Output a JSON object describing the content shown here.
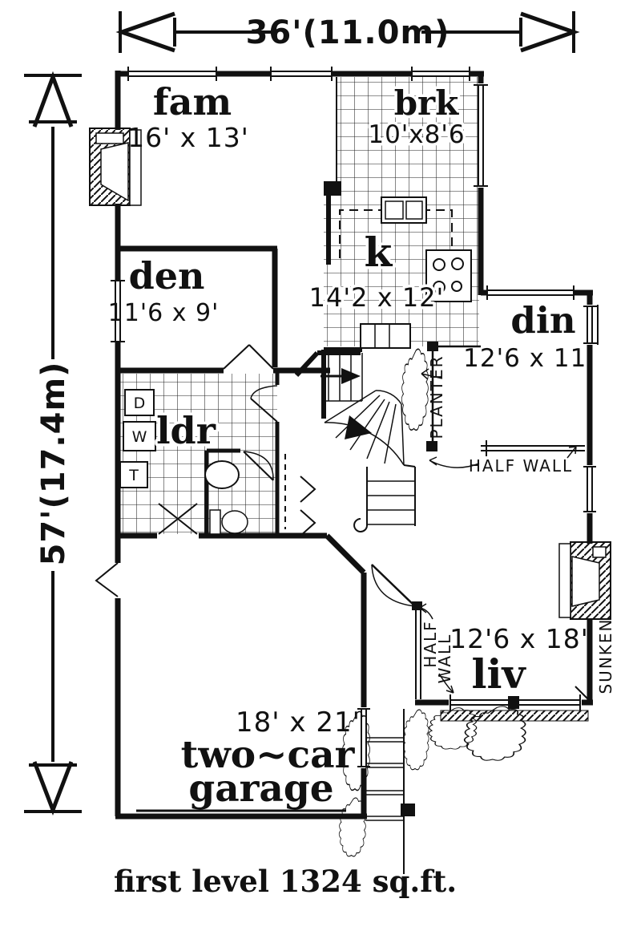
{
  "colors": {
    "ink": "#111111",
    "paper": "#ffffff"
  },
  "dimensions": {
    "width_label": "36'(11.0m)",
    "height_label": "57'(17.4m)"
  },
  "rooms": {
    "fam": {
      "name": "fam",
      "size": "16' x 13'"
    },
    "brk": {
      "name": "brk",
      "size": "10'x8'6"
    },
    "den": {
      "name": "den",
      "size": "11'6 x 9'"
    },
    "kitchen": {
      "name": "k",
      "size": "14'2 x 12'"
    },
    "din": {
      "name": "din",
      "size": "12'6 x 11'"
    },
    "laundry": {
      "name": "ldr"
    },
    "living": {
      "name": "liv",
      "size": "12'6 x 18'"
    },
    "garage": {
      "name_line1": "two~car",
      "name_line2": "garage",
      "size": "18' x 21'"
    }
  },
  "annotations": {
    "planter": "PLANTER",
    "half_wall": "HALF WALL",
    "half_wall_vertical_line1": "HALF",
    "half_wall_vertical_line2": "WALL",
    "sunken": "SUNKEN"
  },
  "appliances": {
    "dryer": "D",
    "washer": "W",
    "tub": "T"
  },
  "caption": "first level 1324 sq.ft."
}
